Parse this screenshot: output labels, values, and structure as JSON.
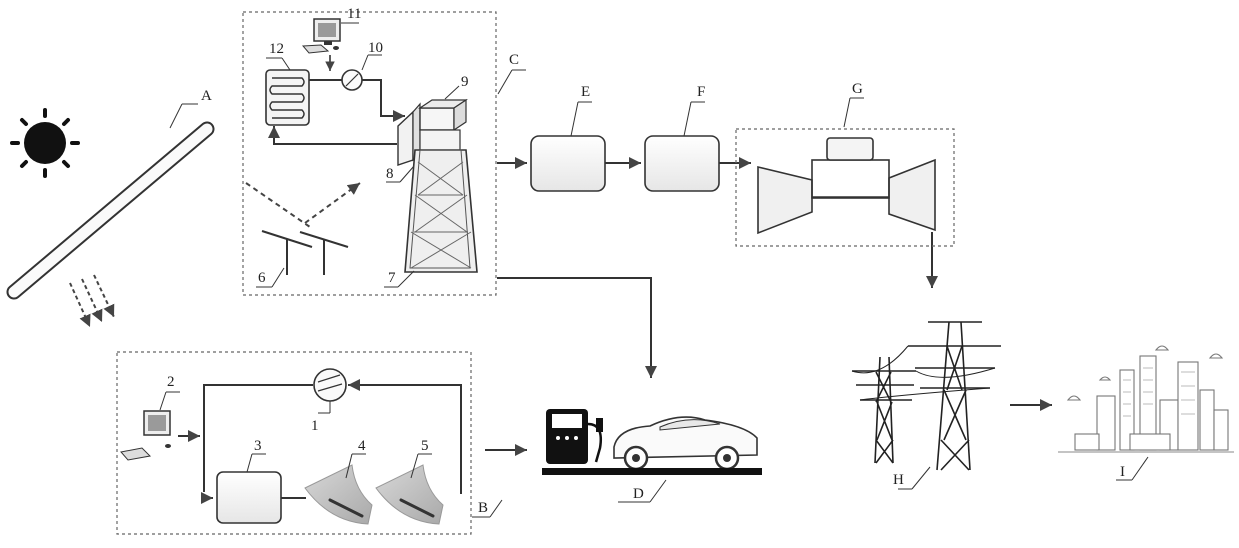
{
  "labels": {
    "A": "A",
    "B": "B",
    "C": "C",
    "D": "D",
    "E": "E",
    "F": "F",
    "G": "G",
    "H": "H",
    "I": "I",
    "n1": "1",
    "n2": "2",
    "n3": "3",
    "n4": "4",
    "n5": "5",
    "n6": "6",
    "n7": "7",
    "n8": "8",
    "n9": "9",
    "n10": "10",
    "n11": "11",
    "n12": "12"
  }
}
